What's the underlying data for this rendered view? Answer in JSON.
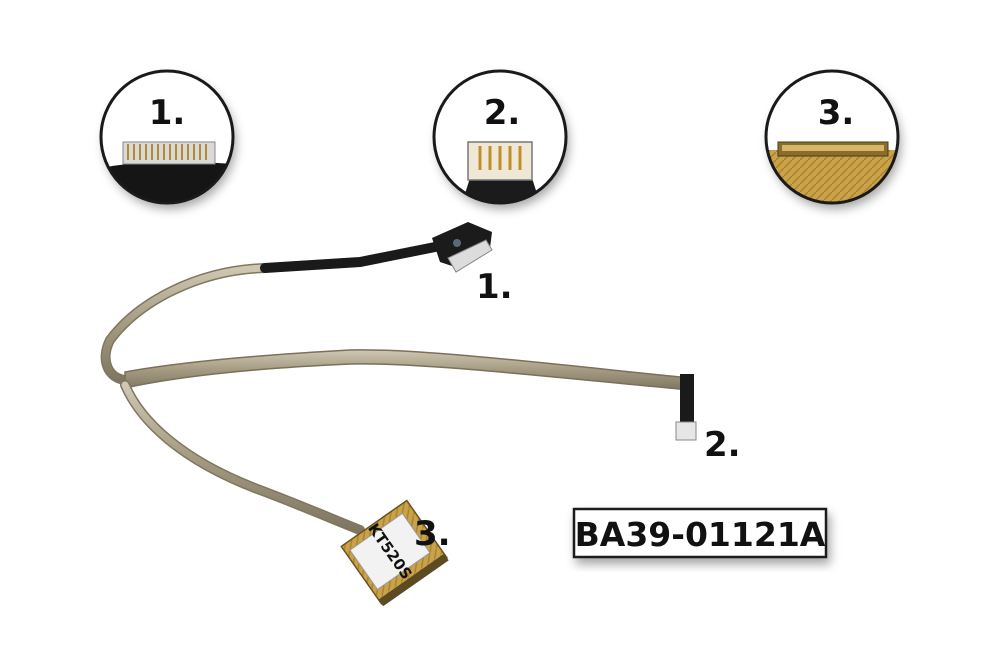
{
  "insets": [
    {
      "label": "1."
    },
    {
      "label": "2."
    },
    {
      "label": "3."
    }
  ],
  "callouts": [
    {
      "label": "1."
    },
    {
      "label": "2."
    },
    {
      "label": "3."
    }
  ],
  "part_number": "BA39-01121A",
  "sticker_text": "KT520S",
  "colors": {
    "background": "#ffffff",
    "cable_shield": "#b0a68e",
    "cable_black": "#1a1a1a",
    "connector_gold": "#c9a24a",
    "label_text": "#111111"
  }
}
